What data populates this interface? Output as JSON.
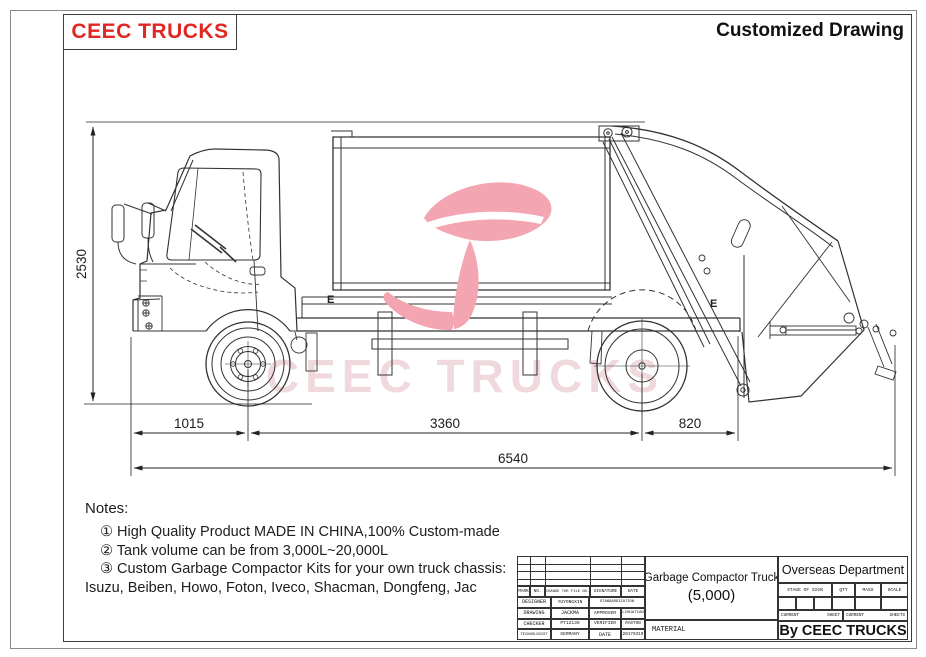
{
  "header": {
    "logo_text": "CEEC TRUCKS",
    "title": "Customized Drawing"
  },
  "watermark": {
    "text": "CEEC TRUCKS",
    "leaf_color": "#f3a5b1",
    "text_color": "#eccdd1"
  },
  "drawing": {
    "dims": {
      "height": "2530",
      "front_overhang": "1015",
      "wheelbase": "3360",
      "rear_overhang": "820",
      "total_length": "6540"
    },
    "ref_marks": {
      "left": "E",
      "right": "E"
    }
  },
  "notes": {
    "heading": "Notes:",
    "line1": "① High Quality Product MADE IN CHINA,100% Custom-made",
    "line2": "② Tank volume can be from 3,000L~20,000L",
    "line3": "③ Custom Garbage Compactor Kits for your own truck chassis:",
    "line4": "Isuzu, Beiben, Howo, Foton, Iveco, Shacman, Dongfeng, Jac"
  },
  "title_block": {
    "rev_header": {
      "mark": "MARK",
      "no": "NO.",
      "change": "CHANGE THE FILE NO.",
      "signature": "SIGNATURE",
      "date": "DATE"
    },
    "people": {
      "designer_label": "DESIGNER",
      "designer": "YUYONGXIN",
      "standardization": "STANDARDIZATION",
      "drawing_label": "DRAWING",
      "drawing": "JACKMA",
      "approver_label": "APPROVER",
      "approver": "LIHUATIAN",
      "checker_label": "CHECKER",
      "checker": "PT12139",
      "verifier_label": "VERIFIER",
      "verifier": "RASTON",
      "technologist_label": "TECHNOLOGIST",
      "technologist": "GERMANY",
      "date_label": "DATE",
      "date": "20170319"
    },
    "product_name": "Garbage Compactor Truck",
    "product_spec": "(5,000)",
    "material_label": "MATERIAL",
    "department": "Overseas Department",
    "stage": {
      "stage_of_sign": "STAGE OF SIGN",
      "qty": "QTY",
      "mass": "MASS",
      "scale": "SCALE"
    },
    "sheets": {
      "current1": "CURRENT",
      "sheet": "SHEET",
      "current2": "CURRENT",
      "sheets": "SHEETS"
    },
    "byline": "By CEEC TRUCKS"
  }
}
